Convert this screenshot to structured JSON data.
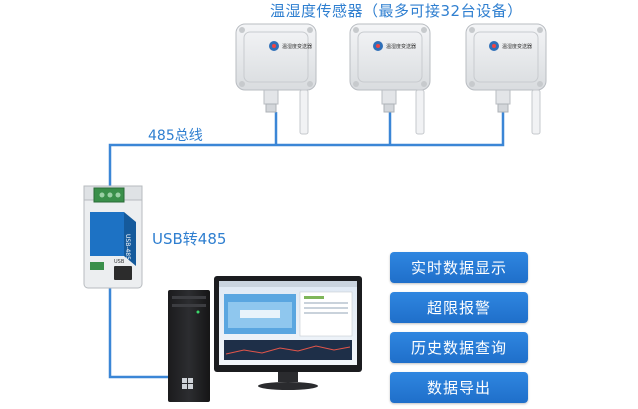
{
  "title": "温湿度传感器（最多可接32台设备）",
  "bus_label": "485总线",
  "converter_label": "USB转485",
  "sensor_badge": "温湿度变送器",
  "converter_port_label": "USB",
  "features": [
    "实时数据显示",
    "超限报警",
    "历史数据查询",
    "数据导出"
  ],
  "colors": {
    "accent": "#2f7fd0",
    "button": "#1f6fca",
    "wire": "#3b86d6"
  }
}
